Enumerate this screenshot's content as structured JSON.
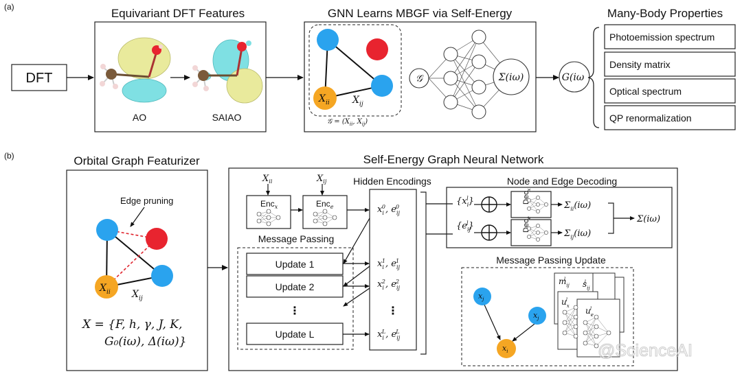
{
  "panel_a": {
    "label": "(a)",
    "input_box": "DFT",
    "features_title": "Equivariant DFT Features",
    "ao_label": "AO",
    "saiao_label": "SAIAO",
    "gnn_title": "GNN Learns MBGF via Self-Energy",
    "xii": "X",
    "xii_sub": "ii",
    "xij": "X",
    "xij_sub": "ij",
    "graph_def": "𝒢 = (X",
    "graph_def_ii": "ii",
    "graph_def_mid": ", X",
    "graph_def_ij": "ij",
    "graph_def_end": ")",
    "graph_symbol": "𝒢",
    "sigma": "Σ(iω)",
    "green": "G(iω",
    "props_title": "Many-Body Properties",
    "properties": [
      "Photoemission spectrum",
      "Density matrix",
      "Optical spectrum",
      "QP renormalization"
    ]
  },
  "panel_b": {
    "label": "(b)",
    "featurizer_title": "Orbital Graph Featurizer",
    "edge_pruning": "Edge pruning",
    "xii": "X",
    "xii_sub": "ii",
    "xij": "X",
    "xij_sub": "ij",
    "feature_set_line1": "X = {F, h, γ, J, K,",
    "feature_set_line2": "G₀(iω), Δ(iω)}",
    "sgnn_title": "Self-Energy Graph Neural Network",
    "hidden_title": "Hidden Encodings",
    "enc_x_in": "X",
    "enc_x_in_sub": "ii",
    "enc_e_in": "X",
    "enc_e_in_sub": "ij",
    "enc_x": "Enc",
    "enc_x_sub": "x",
    "enc_e": "Enc",
    "enc_e_sub": "e",
    "mp_title": "Message Passing",
    "updates": [
      "Update 1",
      "Update 2",
      "⋮",
      "Update L"
    ],
    "enc0": "x",
    "enc0_b": ", e",
    "enc1": "x",
    "enc2": "x",
    "encL": "x",
    "dots": "⋮",
    "decode_title": "Node and Edge Decoding",
    "xl_set": "{x",
    "el_set": "{e",
    "dec_x": "Dec",
    "dec_x_sub": "x",
    "dec_e": "Dec",
    "dec_e_sub": "e",
    "sigma_ii": "Σ",
    "sigma_ii_sub": "ii",
    "sigma_ij": "Σ",
    "sigma_ij_sub": "ij",
    "sigma_iw": "(iω)",
    "sigma_total": "Σ(iω)",
    "mpu_title": "Message Passing Update",
    "node_xj": "x",
    "node_xj_sub": "j",
    "node_xi": "x",
    "node_xi_sub": "i",
    "m_label": "m",
    "m_sub": "ij",
    "s_label": "s",
    "s_sub": "ij",
    "ux_label": "u",
    "ux_sub": "x",
    "ue_label": "u",
    "ue_sub": "e",
    "l_sup": "l"
  },
  "watermark": "@ScienceAI",
  "colors": {
    "blue": "#2aa3ee",
    "red": "#e8242f",
    "orange": "#f5a623",
    "yellow_lobe": "#e9ea9c",
    "cyan_lobe": "#7fe0e3",
    "carbon": "#7a5a3a"
  }
}
